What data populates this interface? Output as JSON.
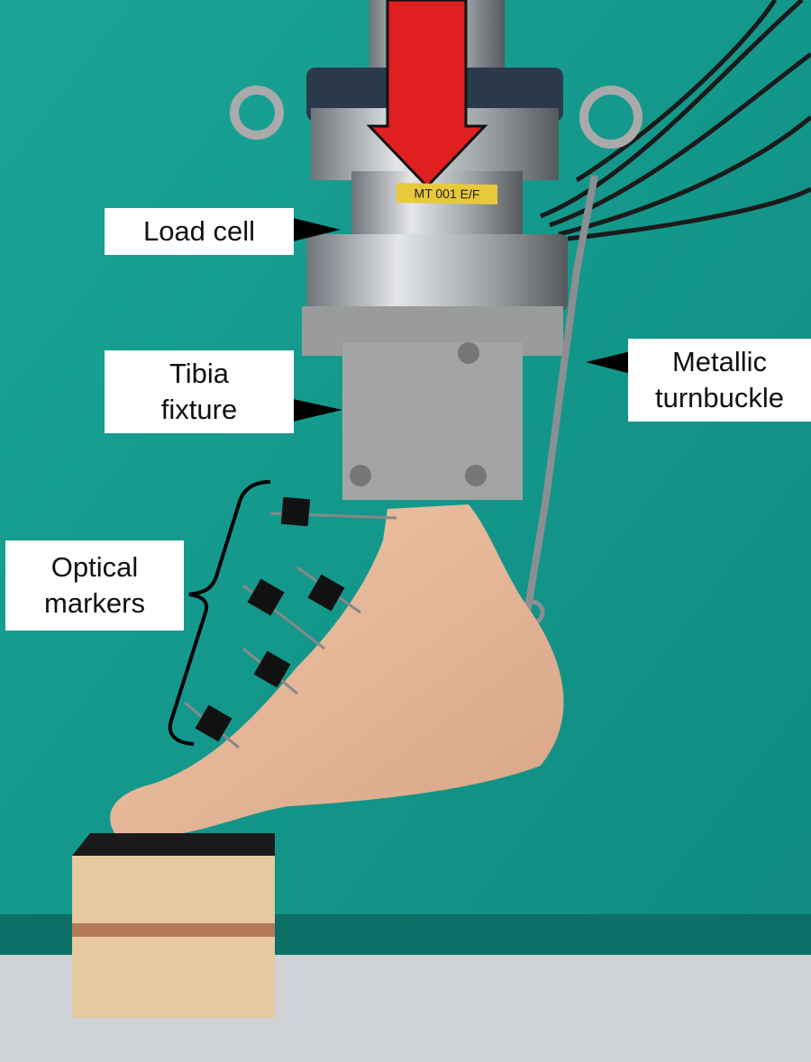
{
  "labels": {
    "load_cell": "Load cell",
    "tibia_fixture": [
      "Tibia",
      "fixture"
    ],
    "metallic_turnbuckle": [
      "Metallic",
      "turnbuckle"
    ],
    "optical_markers": [
      "Optical",
      "markers"
    ]
  },
  "device_tag": "MT 001 E/F",
  "colors": {
    "background": "#1a9d8e",
    "arrow": "#e02020",
    "label_bg": "#ffffff"
  }
}
